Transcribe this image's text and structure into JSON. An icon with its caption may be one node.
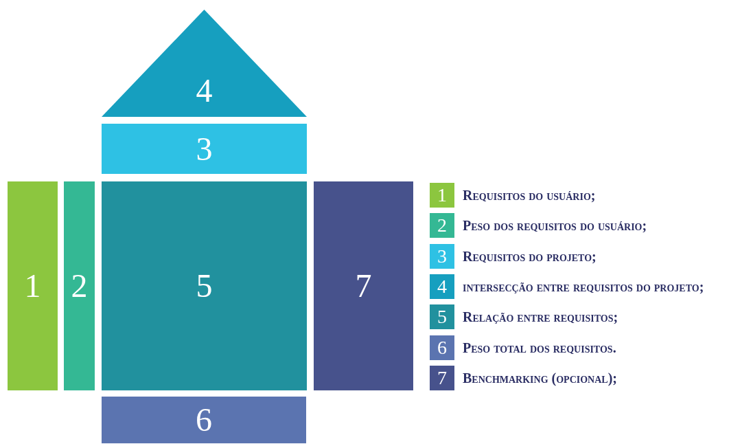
{
  "diagram": {
    "nodes": [
      {
        "text": [
          "4"
        ]
      },
      {
        "text": [
          "3"
        ]
      },
      {
        "text": [
          "1"
        ]
      },
      {
        "text": [
          "2"
        ]
      },
      {
        "text": [
          "5"
        ]
      },
      {
        "text": [
          "7"
        ]
      },
      {
        "text": [
          "6"
        ]
      }
    ],
    "labels": [
      "1",
      "2",
      "3",
      "4",
      "5",
      "6",
      "7"
    ],
    "legend": [
      {
        "text": "Requisitos do usuário;",
        "color": "#8cc63f"
      },
      {
        "text": "Peso dos requisitos do usuário;",
        "color": "#34b894"
      },
      {
        "text": "Requisitos do projeto;",
        "color": "#2ec1e4"
      },
      {
        "text": "intersecção entre requisitos do projeto;",
        "color": "#169fbf"
      },
      {
        "text": "Relação entre requisitos;",
        "color": "#21919e"
      },
      {
        "text": "Peso total dos requisitos.",
        "color": "#5b74b0"
      },
      {
        "text": "Benchmarking (opcional);",
        "color": "#47528c"
      }
    ]
  }
}
